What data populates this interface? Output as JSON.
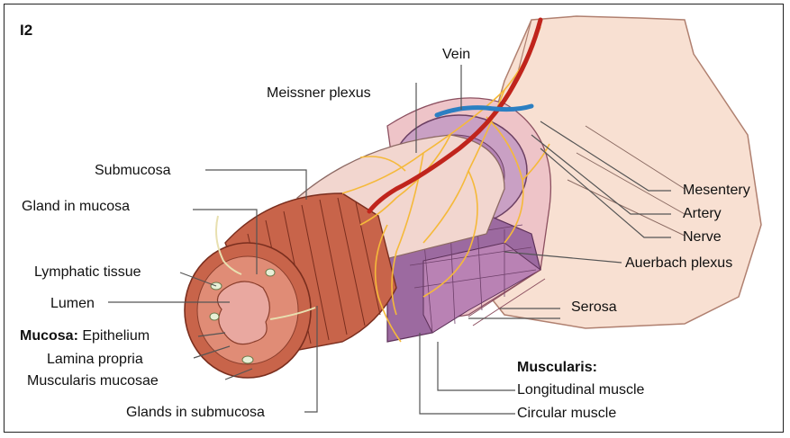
{
  "figure_tag": "I2",
  "labels": {
    "vein": "Vein",
    "meissner_plexus": "Meissner plexus",
    "submucosa": "Submucosa",
    "gland_in_mucosa": "Gland in mucosa",
    "lymphatic_tissue": "Lymphatic tissue",
    "lumen": "Lumen",
    "mucosa_heading": "Mucosa:",
    "epithelium": "Epithelium",
    "lamina_propria": "Lamina propria",
    "muscularis_mucosae": "Muscularis mucosae",
    "glands_in_submucosa": "Glands in submucosa",
    "mesentery": "Mesentery",
    "artery": "Artery",
    "nerve": "Nerve",
    "auerbach_plexus": "Auerbach plexus",
    "serosa": "Serosa",
    "muscularis_heading": "Muscularis:",
    "longitudinal_muscle": "Longitudinal muscle",
    "circular_muscle": "Circular muscle"
  },
  "colors": {
    "muscle": "#c8644a",
    "muscle_dark": "#9a3e2c",
    "mucosa": "#e9a8a0",
    "submucosa": "#f2d6cf",
    "mesentery": "#f8e0d2",
    "nerve": "#f5b93a",
    "artery": "#c0241c",
    "vein": "#2b7fc2",
    "circular": "#9c6aa0",
    "serosa": "#eec4c8"
  }
}
